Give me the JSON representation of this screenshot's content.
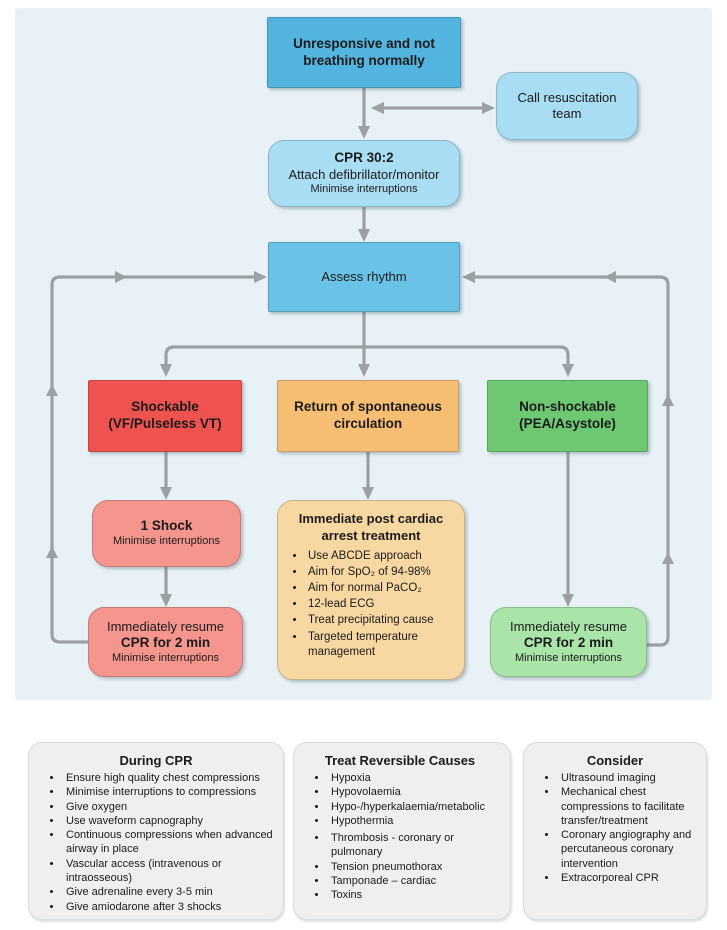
{
  "colors": {
    "panel_bg": "#E7F1F6",
    "blue_dark": "#53B5DF",
    "blue": "#6AC3E6",
    "light_blue": "#A9DDF3",
    "red": "#EE5350",
    "pink": "#F4958E",
    "orange": "#F6BE72",
    "light_orange": "#F8D8A2",
    "green": "#6EC871",
    "light_green": "#A9E4A9",
    "grey_panel": "#EFEFEF",
    "arrow": "#9BA0A4"
  },
  "flowchart": {
    "unresponsive": {
      "text": "Unresponsive and not breathing normally"
    },
    "call_team": {
      "text": "Call resuscitation team"
    },
    "cpr": {
      "title": "CPR 30:2",
      "line2": "Attach defibrillator/monitor",
      "line3": "Minimise interruptions"
    },
    "assess": {
      "text": "Assess rhythm"
    },
    "shockable": {
      "text": "Shockable (VF/Pulseless VT)"
    },
    "rosc": {
      "text": "Return of spontaneous circulation"
    },
    "nonshockable": {
      "text": "Non-shockable (PEA/Asystole)"
    },
    "one_shock": {
      "title": "1 Shock",
      "subtitle": "Minimise interruptions"
    },
    "resume_left": {
      "line1": "Immediately resume",
      "line2": "CPR for 2 min",
      "line3": "Minimise interruptions"
    },
    "post_arrest": {
      "title": "Immediate post cardiac arrest treatment",
      "bullets": [
        "Use ABCDE approach",
        "Aim for SpO₂ of 94-98%",
        "Aim for normal PaCO₂",
        "12-lead ECG",
        "Treat precipitating cause",
        "Targeted temperature management"
      ]
    },
    "resume_right": {
      "line1": "Immediately resume",
      "line2": "CPR for 2 min",
      "line3": "Minimise interruptions"
    }
  },
  "panels": {
    "during_cpr": {
      "title": "During CPR",
      "bullets": [
        "Ensure high quality chest compressions",
        "Minimise interruptions to compressions",
        "Give oxygen",
        "Use waveform capnography",
        "Continuous compressions when advanced airway in place",
        "Vascular access (intravenous or intraosseous)",
        "Give adrenaline every 3-5 min",
        "Give amiodarone after 3 shocks"
      ]
    },
    "reversible_causes": {
      "title": "Treat Reversible Causes",
      "bullets_group1": [
        "Hypoxia",
        "Hypovolaemia",
        "Hypo-/hyperkalaemia/metabolic",
        "Hypothermia"
      ],
      "bullets_group2": [
        "Thrombosis - coronary or pulmonary",
        "Tension pneumothorax",
        "Tamponade – cardiac",
        "Toxins"
      ]
    },
    "consider": {
      "title": "Consider",
      "bullets": [
        "Ultrasound imaging",
        "Mechanical chest compressions to facilitate transfer/treatment",
        "Coronary angiography and percutaneous coronary intervention",
        "Extracorporeal CPR"
      ]
    }
  }
}
